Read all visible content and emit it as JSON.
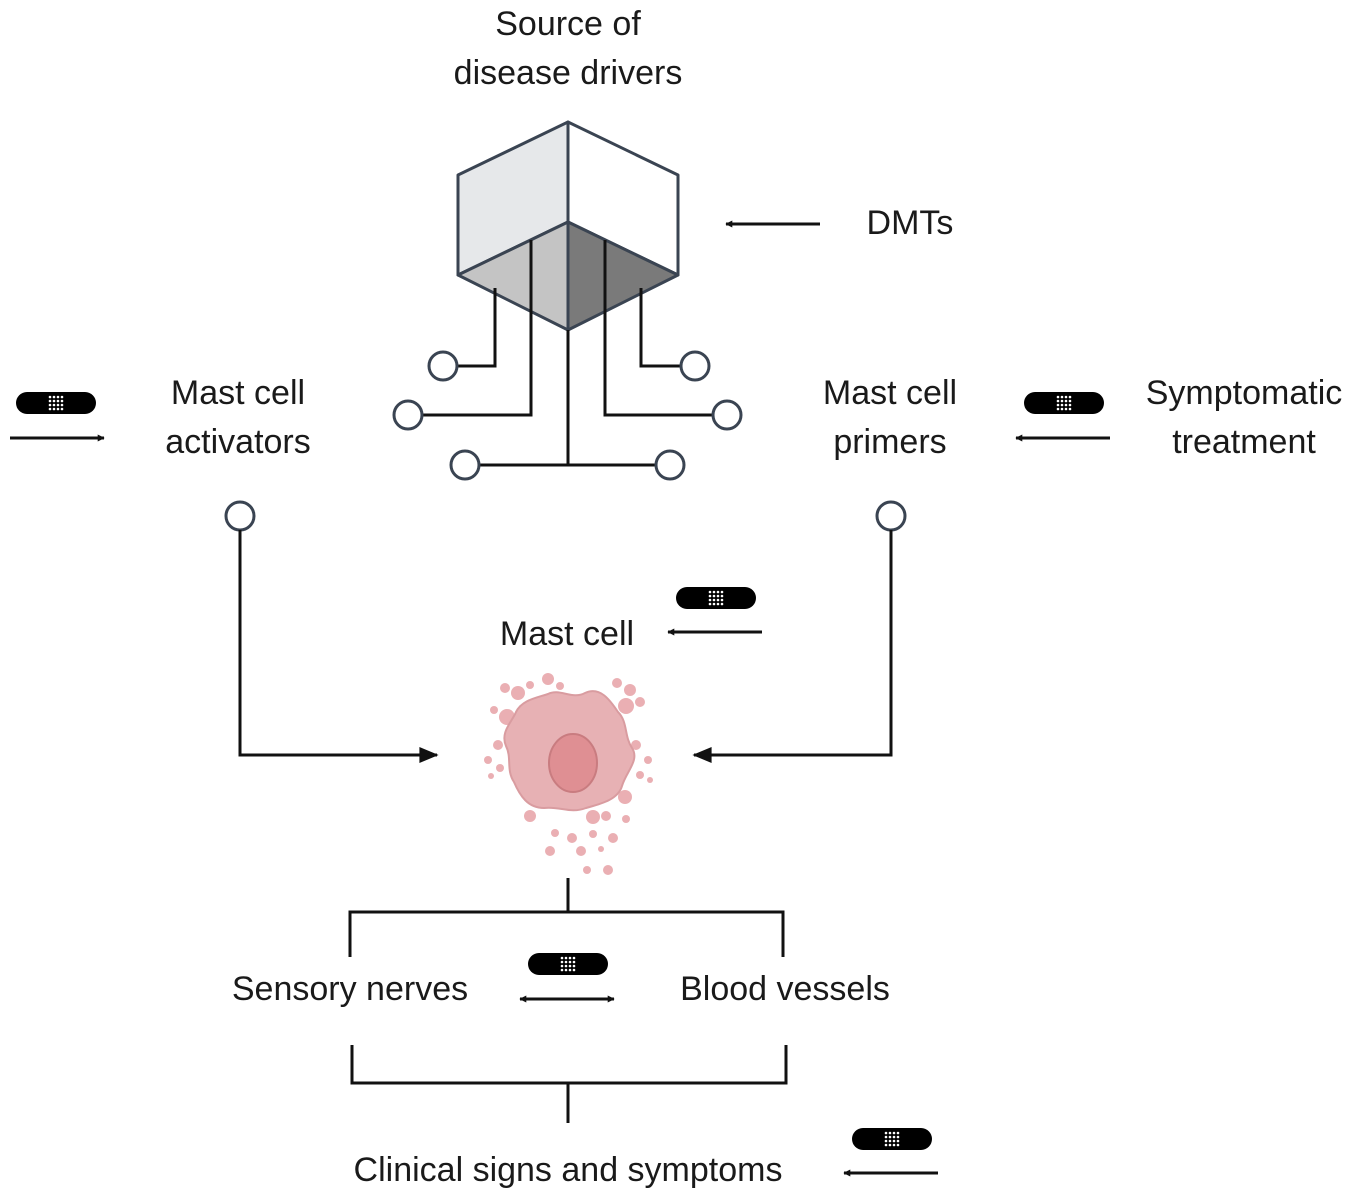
{
  "source": {
    "title_line1": "Source of",
    "title_line2": "disease drivers"
  },
  "dmts": {
    "label": "DMTs"
  },
  "mast_cell_activators": {
    "line1": "Mast cell",
    "line2": "activators"
  },
  "mast_cell_primers": {
    "line1": "Mast cell",
    "line2": "primers"
  },
  "symptomatic_treatment": {
    "line1": "Symptomatic",
    "line2": "treatment"
  },
  "mast_cell": {
    "label": "Mast cell"
  },
  "sensory_nerves": {
    "label": "Sensory nerves"
  },
  "blood_vessels": {
    "label": "Blood vessels"
  },
  "clinical": {
    "label": "Clinical signs and symptoms"
  },
  "colors": {
    "line": "#111111",
    "connector_stroke": "#3a4452",
    "cube_top_left": "#e6e8ea",
    "cube_top_right": "#ffffff",
    "cube_bottom_left": "#c4c4c4",
    "cube_bottom_right": "#7a7a7a",
    "mast_cell_body": "#e7b1b4",
    "mast_cell_nucleus": "#df8f93",
    "granule": "#e8a7ab"
  },
  "icons": {
    "pill": "adhesive-bandage-pill-icon",
    "cell": "mast-cell-icon",
    "cube": "cube-icon"
  }
}
